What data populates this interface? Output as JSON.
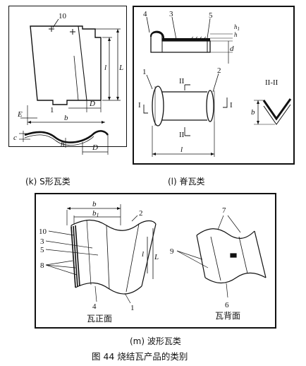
{
  "figure": {
    "title": "图 44 烧结瓦产品的类别"
  },
  "panel_k": {
    "caption": "(k) S形瓦类",
    "labels": {
      "item_10": "10",
      "dim_l1": "l",
      "dim_l2": "L",
      "dim_D1": "D",
      "dim_D2": "D",
      "dim_E": "E",
      "dim_b": "b",
      "dim_c": "c",
      "dim_h": "h",
      "item_1": "1"
    }
  },
  "panel_l": {
    "caption": "(l) 脊瓦类",
    "labels": {
      "item_4": "4",
      "item_3": "3",
      "item_5": "5",
      "dim_h1": "h",
      "dim_h1_sub": "1",
      "dim_h": "h",
      "dim_d": "d",
      "item_1": "1",
      "item_2": "2",
      "section_top": "II",
      "section_bottom": "II",
      "section_title": "II-II",
      "mark_I_left": "I",
      "mark_I_right": "I",
      "dim_b": "b",
      "dim_l": "l"
    }
  },
  "panel_m": {
    "caption": "(m) 波形瓦类",
    "labels": {
      "dim_b": "b",
      "dim_b1": "b",
      "dim_b1_sub": "1",
      "item_2": "2",
      "item_10": "10",
      "item_3": "3",
      "item_5": "5",
      "item_8": "8",
      "dim_l": "l",
      "dim_L": "L",
      "item_4": "4",
      "item_1": "1",
      "front_label": "瓦正面",
      "item_7": "7",
      "item_9": "9",
      "item_6": "6",
      "back_label": "瓦背面"
    }
  }
}
